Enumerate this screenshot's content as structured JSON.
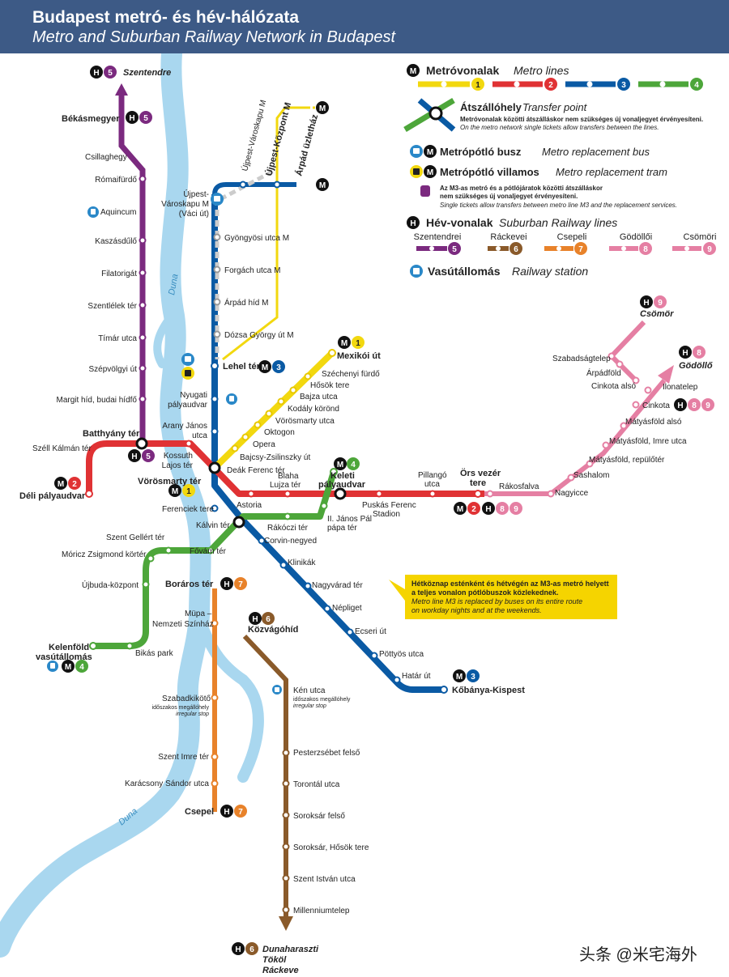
{
  "header": {
    "title_hu": "Budapest metró- és hév-hálózata",
    "title_en": "Metro and Suburban Railway Network in Budapest"
  },
  "colors": {
    "m1": "#f2d80f",
    "m2": "#e03234",
    "m3": "#0a5aa4",
    "m4": "#4da63a",
    "h5": "#7b2a7f",
    "h6": "#8a5a2a",
    "h7": "#e8822a",
    "h8": "#e57fa3",
    "h9": "#e57fa3",
    "danube": "#a9d7ef",
    "header": "#3d5a86"
  },
  "river_labels": [
    "Duna",
    "Duna"
  ],
  "legend": {
    "metro": {
      "hu": "Metróvonalak",
      "en": "Metro lines",
      "nums": [
        "1",
        "2",
        "3",
        "4"
      ]
    },
    "transfer": {
      "hu": "Átszállóhely",
      "en": "Transfer point",
      "note_hu": "Metróvonalak közötti átszálláskor nem szükséges új vonaljegyet érvényesíteni.",
      "note_en": "On the metro network single tickets allow transfers between the lines."
    },
    "bus": {
      "hu": "Metrópótló busz",
      "en": "Metro replacement bus"
    },
    "tram": {
      "hu": "Metrópótló villamos",
      "en": "Metro replacement tram"
    },
    "m3_note_hu1": "Az M3-as metró és a pótlójáratok közötti átszálláskor",
    "m3_note_hu2": "nem szükséges új vonaljegyet érvényesíteni.",
    "m3_note_en1": "Single tickets allow transfers between metro line M3 and the replacement services.",
    "hev": {
      "hu": "Hév-vonalak",
      "en": "Suburban Railway lines",
      "lines": [
        {
          "name": "Szentendrei",
          "num": "5"
        },
        {
          "name": "Ráckevei",
          "num": "6"
        },
        {
          "name": "Csepeli",
          "num": "7"
        },
        {
          "name": "Gödöllői",
          "num": "8"
        },
        {
          "name": "Csömöri",
          "num": "9"
        }
      ]
    },
    "rail": {
      "hu": "Vasútállomás",
      "en": "Railway station"
    }
  },
  "notice": {
    "hu1": "Hétköznap esténként és hétvégén az M3-as metró helyett",
    "hu2": "a teljes vonalon pótlóbuszok közlekednek.",
    "en1": "Metro line M3 is replaced by buses on its entire route",
    "en2": "on workday nights and at the weekends."
  },
  "stations": {
    "szentendre": "Szentendre",
    "bekasmegyer": "Békásmegyer",
    "csillaghegy": "Csillaghegy",
    "romaifurdo": "Rómaifürdő",
    "aquincum": "Aquincum",
    "kaszasdulo": "Kaszásdűlő",
    "filatorigat": "Filatorigát",
    "szentlelek": "Szentlélek tér",
    "timar": "Tímár utca",
    "szepvolgyi": "Szépvölgyi út",
    "margithid": "Margit híd, budai hídfő",
    "batthyany": "Batthyány tér",
    "szellkalman": "Széll Kálmán tér",
    "deli": "Déli pályaudvar",
    "ujpestvaroskapu_a": "Újpest-",
    "ujpestvaroskapu_b": "Városkapu M",
    "ujpestvaroskapu_c": "(Váci út)",
    "ujpestvaroskapu_rot": "Újpest-Városkapu M",
    "ujpestkozpont": "Újpest-Központ M",
    "arpadurletihaz": "Árpád üzletház",
    "gyongyosi": "Gyöngyösi utca M",
    "forgach": "Forgách utca M",
    "arpadhid": "Árpád híd M",
    "dozsa": "Dózsa György út M",
    "lehel": "Lehel tér",
    "nyugati_a": "Nyugati",
    "nyugati_b": "pályaudvar",
    "arany_a": "Arany János",
    "arany_b": "utca",
    "kossuth_a": "Kossuth",
    "kossuth_b": "Lajos tér",
    "deak": "Deák Ferenc tér",
    "vorosmartyter": "Vörösmarty tér",
    "ferenciek": "Ferenciek tere",
    "kalvin": "Kálvin tér",
    "mexikoi": "Mexikói út",
    "szechenyi": "Széchenyi fürdő",
    "hosok": "Hősök tere",
    "bajza": "Bajza utca",
    "kodaly": "Kodály körönd",
    "vorosmartyutca": "Vörösmarty utca",
    "oktogon": "Oktogon",
    "opera": "Opera",
    "bajcsy": "Bajcsy-Zsilinszky út",
    "astoria": "Astoria",
    "blaha_a": "Blaha",
    "blaha_b": "Lujza tér",
    "keleti_a": "Keleti",
    "keleti_b": "pályaudvar",
    "puskas_a": "Puskás Ferenc",
    "puskas_b": "Stadion",
    "pillango_a": "Pillangó",
    "pillango_b": "utca",
    "ors_a": "Örs vezér",
    "ors_b": "tere",
    "rakoczi": "Rákóczi tér",
    "iijanos_a": "II. János Pál",
    "iijanos_b": "pápa tér",
    "corvin": "Corvin-negyed",
    "klinikak": "Klinikák",
    "nagyvarad": "Nagyvárad tér",
    "nepliget": "Népliget",
    "ecseri": "Ecseri út",
    "pottyos": "Pöttyös utca",
    "hatar": "Határ út",
    "kobanya": "Kőbánya-Kispest",
    "szentgellert": "Szent Gellért tér",
    "fovam": "Fővám tér",
    "moricz": "Móricz Zsigmond körtér",
    "ujbuda": "Újbuda-központ",
    "bikas": "Bikás park",
    "kelenfold_a": "Kelenföld",
    "kelenfold_b": "vasútállomás",
    "rakosfalva": "Rákosfalva",
    "nagyicce": "Nagyicce",
    "sashalom": "Sashalom",
    "matyasfoldrep": "Mátyásföld, repülőtér",
    "matyasfoldimre": "Mátyásföld, Imre utca",
    "matyasfoldalso": "Mátyásföld alsó",
    "cinkota": "Cinkota",
    "ilonatelep": "Ilonatelep",
    "godollo": "Gödöllő",
    "csomor": "Csömör",
    "szabadsagtelep": "Szabadságtelep",
    "arpadfold": "Árpádföld",
    "cinkotaalso": "Cinkota alsó",
    "borarosz": "Boráros tér",
    "mupa_a": "Müpa –",
    "mupa_b": "Nemzeti Színház",
    "szabadkikoto": "Szabadkikötő",
    "irreg_hu": "időszakos megállóhely",
    "irreg_en": "irregular stop",
    "szentimre": "Szent Imre tér",
    "karacsony": "Karácsony Sándor utca",
    "csepel": "Csepel",
    "kozvagohid": "Közvágóhíd",
    "ken": "Kén utca",
    "pesterzsebet": "Pesterzsébet felső",
    "torontal": "Torontál utca",
    "soroksar": "Soroksár felső",
    "soroksarhosok": "Soroksár, Hősök tere",
    "szentistvan": "Szent István utca",
    "millenniumtelep": "Millenniumtelep",
    "dunaharaszti": "Dunaharaszti",
    "tokol": "Tököl",
    "rackeve": "Ráckeve"
  },
  "badges": {
    "m": "M",
    "h": "H",
    "n1": "1",
    "n2": "2",
    "n3": "3",
    "n4": "4",
    "n5": "5",
    "n6": "6",
    "n7": "7",
    "n8": "8",
    "n9": "9"
  },
  "watermark": "头条 @米宅海外"
}
